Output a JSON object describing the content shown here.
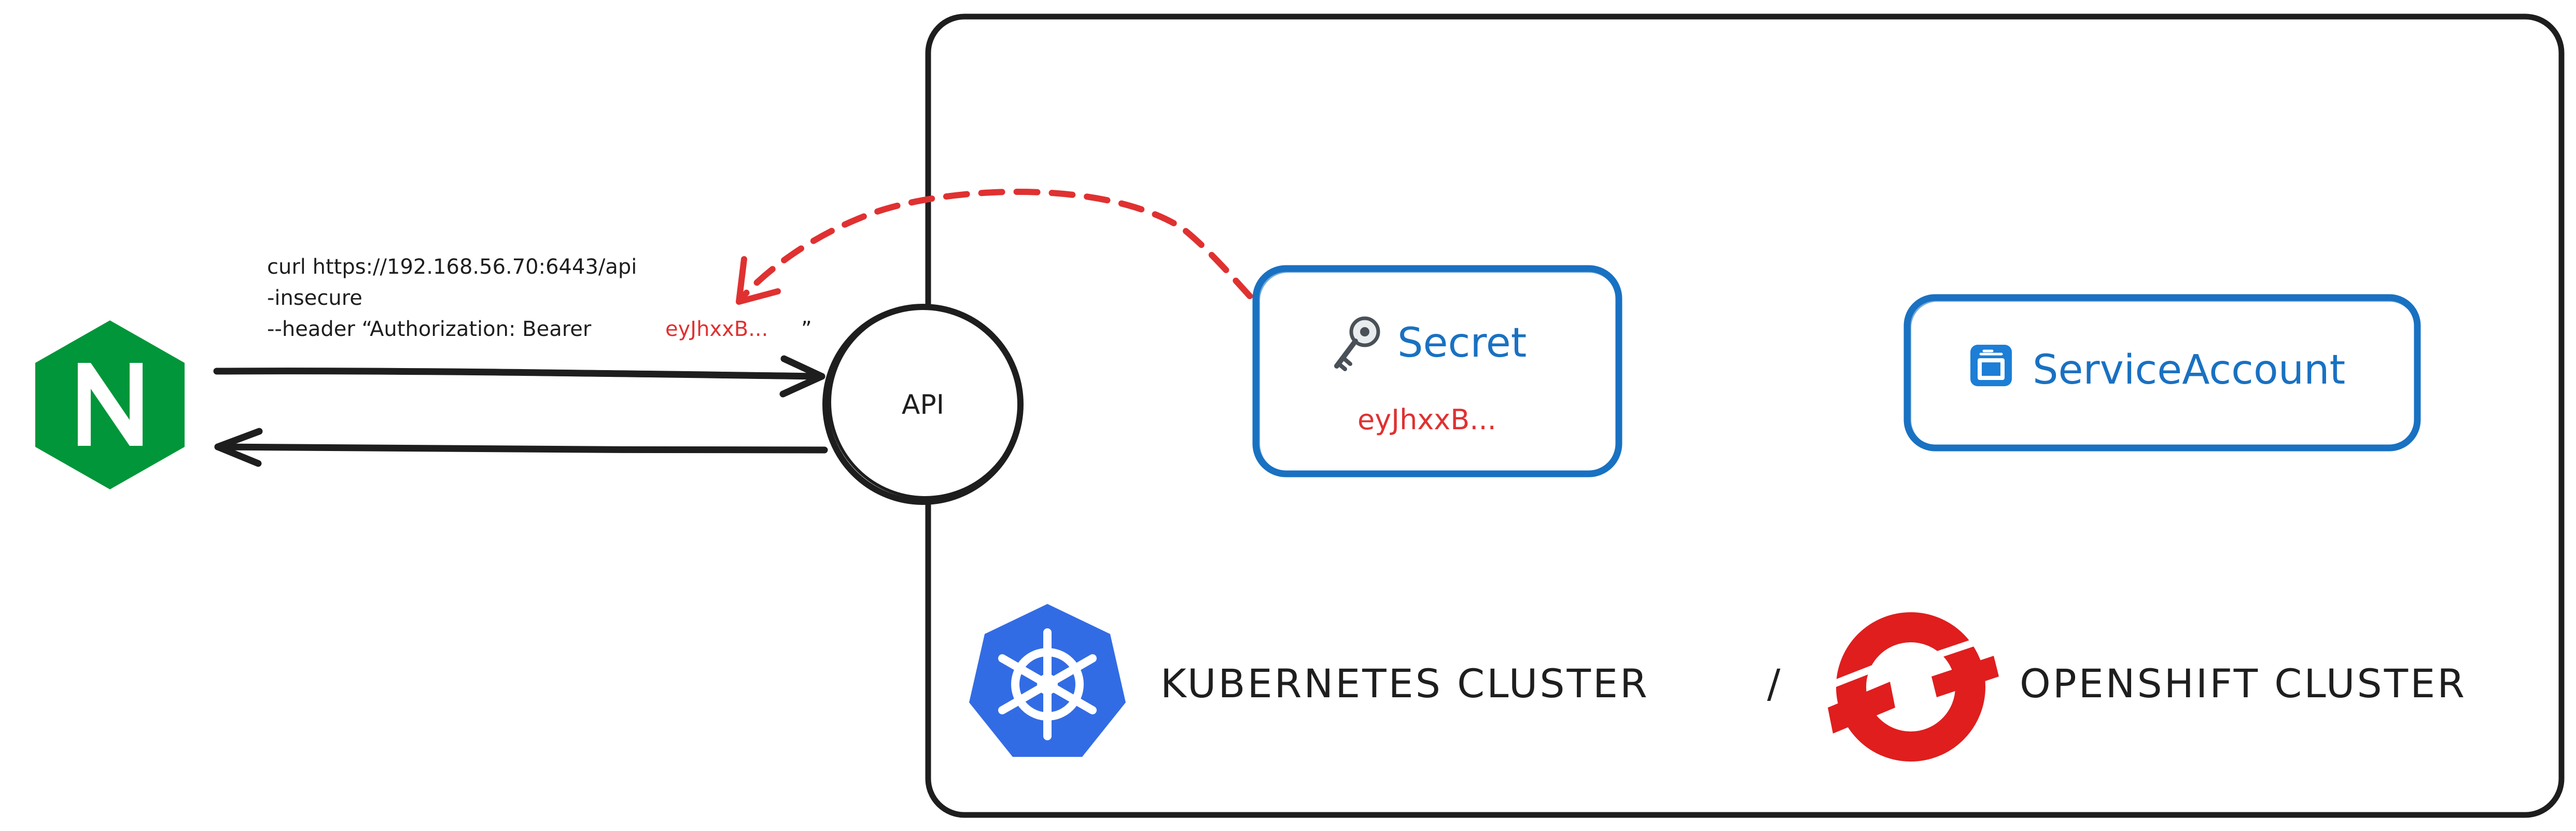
{
  "command": {
    "line1": "curl https://192.168.56.70:6443/api",
    "line2": "-insecure",
    "line3_prefix": "--header “Authorization: Bearer",
    "token": "eyJhxxB...",
    "line3_suffix": "”"
  },
  "api": {
    "label": "API"
  },
  "secret": {
    "label": "Secret",
    "token": "eyJhxxB...",
    "icon": "key-icon"
  },
  "service_account": {
    "label": "ServiceAccount",
    "icon": "id-card-icon"
  },
  "cluster": {
    "kubernetes_label": "KUBERNETES CLUSTER",
    "separator": "/",
    "openshift_label": "OPENSHIFT CLUSTER"
  },
  "logos": {
    "client": "nginx-logo",
    "kubernetes": "kubernetes-logo",
    "openshift": "openshift-logo"
  },
  "colors": {
    "nginx": "#009639",
    "kubernetes": "#326ce5",
    "openshift": "#e01e1e",
    "box_stroke": "#1971c2",
    "token": "#e03131",
    "stroke": "#1e1e1e"
  }
}
